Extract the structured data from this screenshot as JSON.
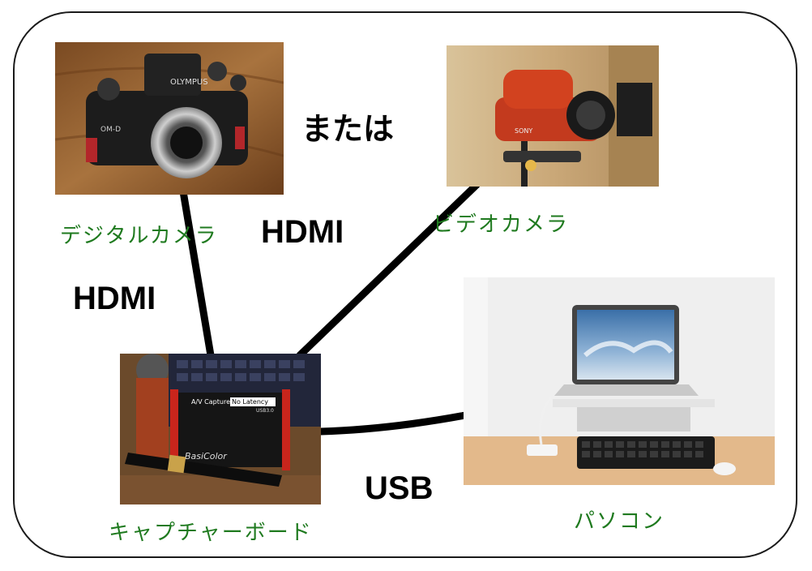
{
  "or_text": "または",
  "devices": {
    "digital_camera": "デジタルカメラ",
    "video_camera": "ビデオカメラ",
    "capture_board": "キャプチャーボード",
    "pc": "パソコン"
  },
  "connections": {
    "camera_hdmi": "HDMI",
    "video_hdmi": "HDMI",
    "pc_usb": "USB"
  },
  "photo_text": {
    "camera_brand": "OLYMPUS",
    "camera_model": "OM-D",
    "video_brand": "SONY",
    "capture_line1": "A/V Capture",
    "capture_line2": "No Latency",
    "capture_line3": "USB3.0",
    "capture_brand": "BasiColor"
  }
}
